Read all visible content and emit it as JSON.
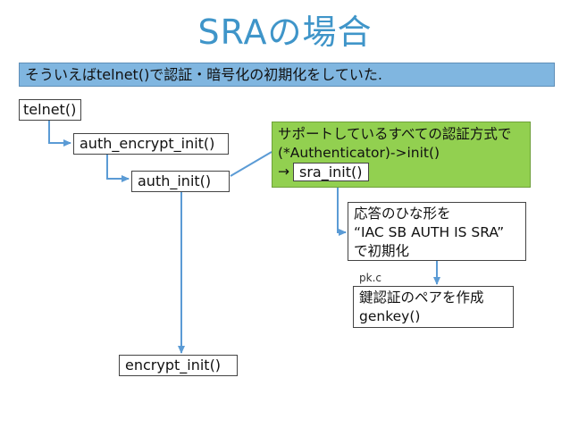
{
  "title": "SRAの場合",
  "banner": "そういえばtelnet()で認証・暗号化の初期化をしていた.",
  "nodes": {
    "telnet": "telnet()",
    "auth_encrypt_init": "auth_encrypt_init()",
    "auth_init": "auth_init()",
    "encrypt_init": "encrypt_init()",
    "sra_init": "sra_init()"
  },
  "notes": {
    "support": {
      "line1": "サポートしているすべての認証方式で",
      "line2": "(*Authenticator)->init()",
      "arrow": "→"
    },
    "response": {
      "line1": "応答のひな形を",
      "line2": "“IAC SB AUTH IS SRA”",
      "line3": "で初期化"
    },
    "keypair": {
      "file_label": "pk.c",
      "line1": "鍵認証のペアを作成",
      "line2": "genkey()"
    }
  },
  "colors": {
    "title": "#3f95c9",
    "banner": "#80b6e0",
    "highlight": "#92d050",
    "arrow": "#5b9bd5"
  }
}
